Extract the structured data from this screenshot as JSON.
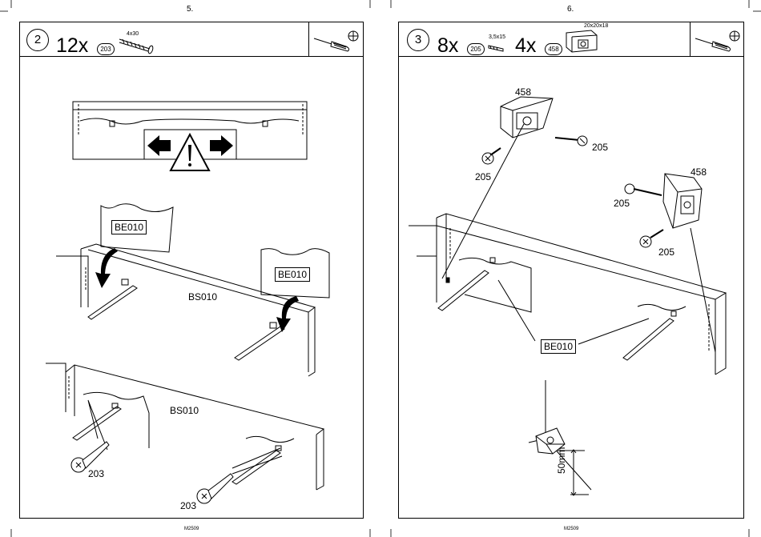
{
  "pages": {
    "left": {
      "number": "5.",
      "footer": "M2509"
    },
    "right": {
      "number": "6.",
      "footer": "M2509"
    }
  },
  "step2": {
    "step": "2",
    "quantity": "12x",
    "part_id": "203",
    "screw_size": "4x30",
    "labels": {
      "panel_a": "BE010",
      "panel_b": "BE010",
      "rail_top": "BS010",
      "rail_bottom": "BS010",
      "screw_a": "203",
      "screw_b": "203"
    }
  },
  "step3": {
    "step": "3",
    "quantity_screws": "8x",
    "screw_part_id": "205",
    "screw_size": "3,5x15",
    "quantity_blocks": "4x",
    "block_part_id": "458",
    "block_size": "20x20x18",
    "labels": {
      "block_a": "458",
      "block_b": "458",
      "screw_a1": "205",
      "screw_a2": "205",
      "screw_b1": "205",
      "screw_b2": "205",
      "panel": "BE010",
      "distance": "50mm"
    }
  },
  "icons": [
    "screwdriver-icon",
    "phillips-head-icon",
    "warning-icon",
    "arrow-left-icon",
    "arrow-right-icon"
  ],
  "colors": {
    "line": "#000000",
    "background": "#ffffff"
  }
}
